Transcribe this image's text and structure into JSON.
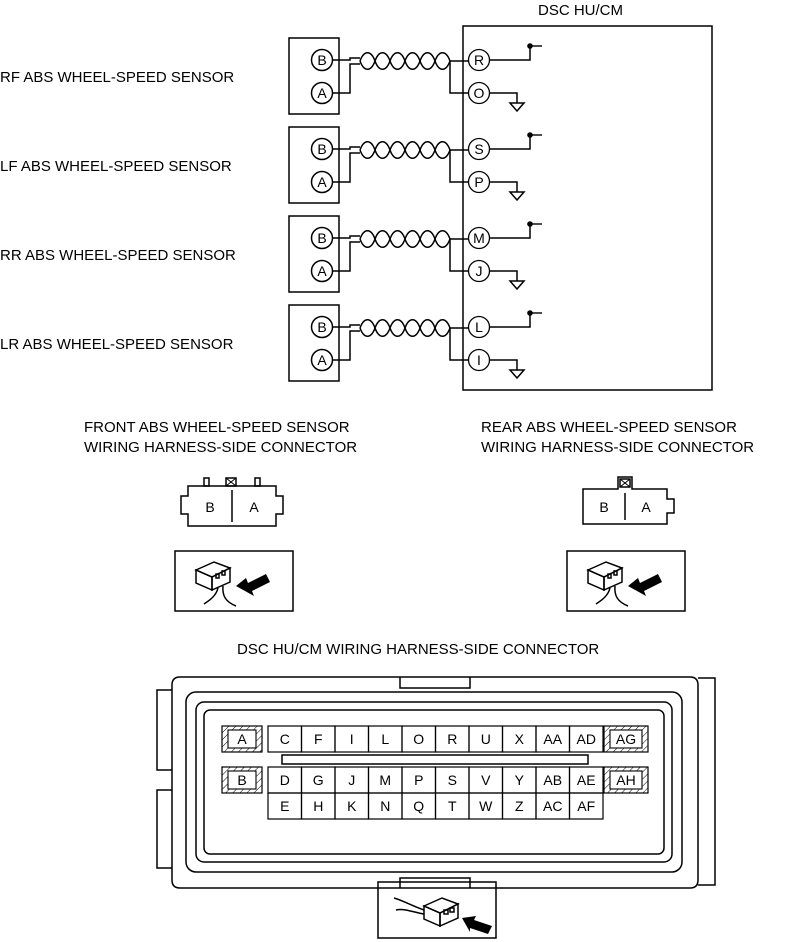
{
  "module": {
    "title": "DSC HU/CM"
  },
  "sensors": [
    {
      "name": "RF ABS WHEEL-SPEED SENSOR",
      "pins": [
        "B",
        "A"
      ],
      "module_pins": [
        "R",
        "O"
      ]
    },
    {
      "name": "LF ABS WHEEL-SPEED SENSOR",
      "pins": [
        "B",
        "A"
      ],
      "module_pins": [
        "S",
        "P"
      ]
    },
    {
      "name": "RR ABS WHEEL-SPEED SENSOR",
      "pins": [
        "B",
        "A"
      ],
      "module_pins": [
        "M",
        "J"
      ]
    },
    {
      "name": "LR ABS WHEEL-SPEED SENSOR",
      "pins": [
        "B",
        "A"
      ],
      "module_pins": [
        "L",
        "I"
      ]
    }
  ],
  "front_connector": {
    "title_line1": "FRONT ABS WHEEL-SPEED SENSOR",
    "title_line2": "WIRING HARNESS-SIDE CONNECTOR",
    "pins": [
      "B",
      "A"
    ]
  },
  "rear_connector": {
    "title_line1": "REAR ABS WHEEL-SPEED SENSOR",
    "title_line2": "WIRING HARNESS-SIDE CONNECTOR",
    "pins": [
      "B",
      "A"
    ]
  },
  "dsc_connector": {
    "title": "DSC HU/CM WIRING HARNESS-SIDE CONNECTOR",
    "row1": [
      "A",
      "C",
      "F",
      "I",
      "L",
      "O",
      "R",
      "U",
      "X",
      "AA",
      "AD",
      "AG"
    ],
    "row2": [
      "B",
      "D",
      "G",
      "J",
      "M",
      "P",
      "S",
      "V",
      "Y",
      "AB",
      "AE",
      "AH"
    ],
    "row3": [
      "E",
      "H",
      "K",
      "N",
      "Q",
      "T",
      "W",
      "Z",
      "AC",
      "AF"
    ]
  }
}
